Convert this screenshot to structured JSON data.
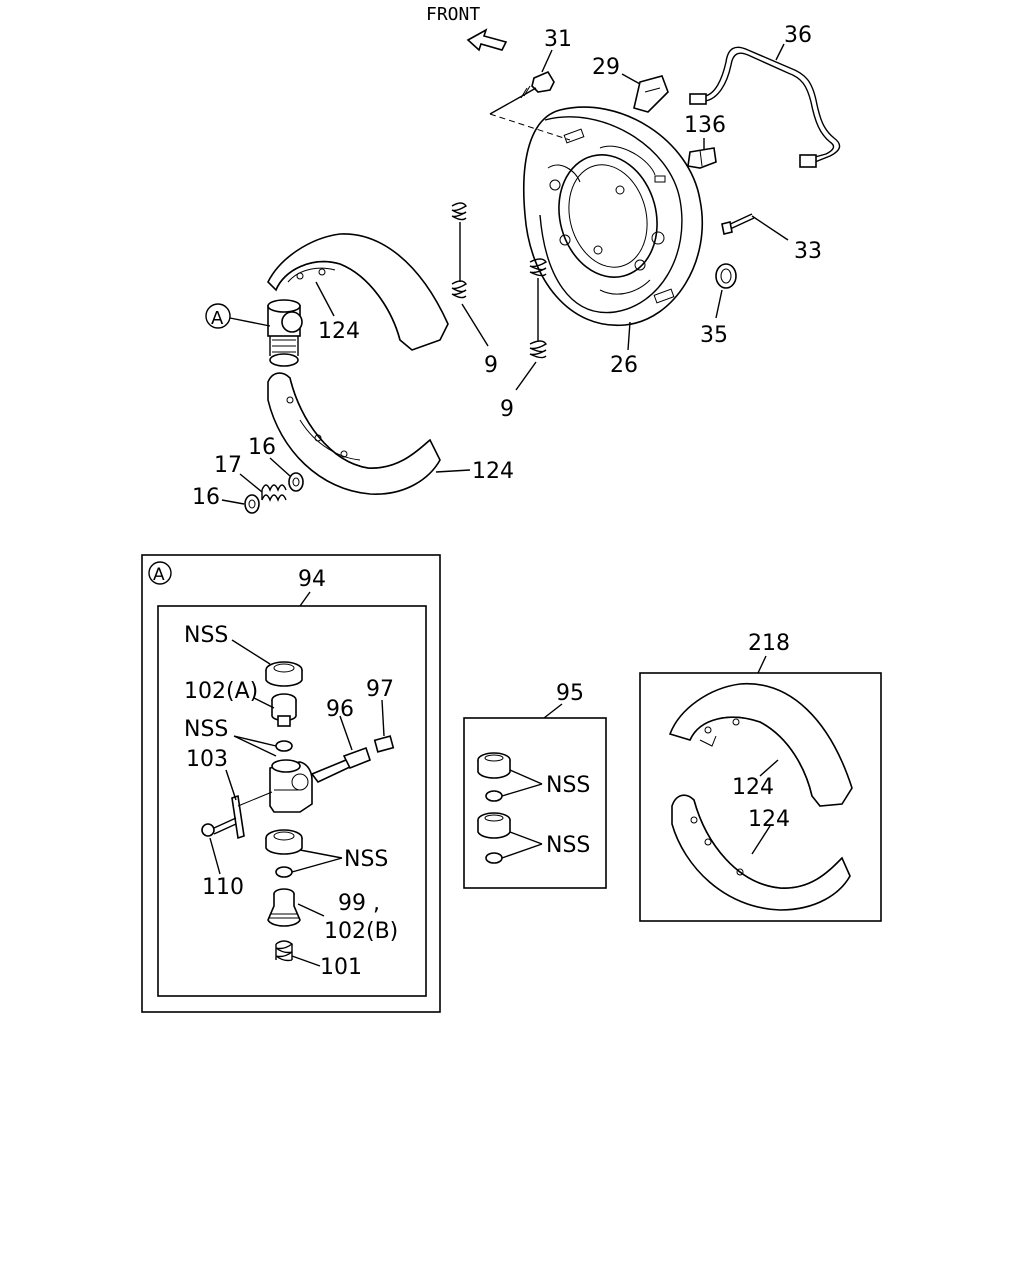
{
  "diagram": {
    "front_label": "FRONT",
    "callout_a": "A",
    "box_a_letter": "A",
    "labels": {
      "p31": "31",
      "p29": "29",
      "p36": "36",
      "p136": "136",
      "p33": "33",
      "p35": "35",
      "p26": "26",
      "p9_upper": "9",
      "p9_lower": "9",
      "p124_upper": "124",
      "p124_lower": "124",
      "p16_upper": "16",
      "p17": "17",
      "p16_lower": "16",
      "p94": "94",
      "nss_a1": "NSS",
      "p102a": "102(A)",
      "nss_a2": "NSS",
      "p96": "96",
      "p97": "97",
      "p103": "103",
      "p110": "110",
      "nss_a3": "NSS",
      "p99": "99 ,",
      "p102b": "102(B)",
      "p101": "101",
      "p95": "95",
      "nss_b1": "NSS",
      "nss_b2": "NSS",
      "p218": "218",
      "p124_kit_upper": "124",
      "p124_kit_lower": "124"
    }
  }
}
